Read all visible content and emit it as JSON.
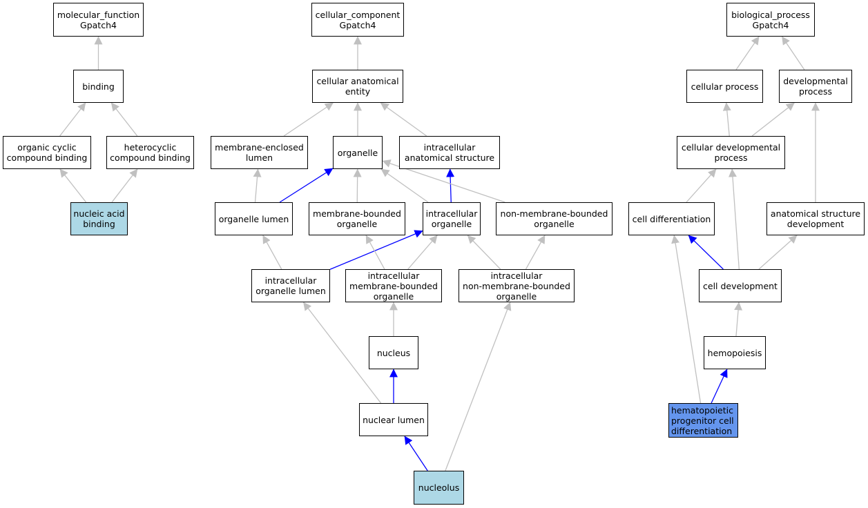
{
  "colors": {
    "regular_edge": "#c0c0c0",
    "highlight_edge": "#0000ff",
    "annotated_node": "#add8e6",
    "query_node": "#6495ed"
  },
  "nodes": {
    "mf_root": {
      "text": "molecular_function\nGpatch4"
    },
    "binding": {
      "text": "binding"
    },
    "organic_cyclic": {
      "text": "organic cyclic\ncompound binding"
    },
    "heterocyclic": {
      "text": "heterocyclic\ncompound binding"
    },
    "nucleic_acid": {
      "text": "nucleic acid\nbinding"
    },
    "cc_root": {
      "text": "cellular_component\nGpatch4"
    },
    "cell_anat": {
      "text": "cellular anatomical\nentity"
    },
    "mem_enclosed": {
      "text": "membrane-enclosed\nlumen"
    },
    "organelle": {
      "text": "organelle"
    },
    "intra_anat": {
      "text": "intracellular\nanatomical structure"
    },
    "organelle_lumen": {
      "text": "organelle lumen"
    },
    "mem_bounded": {
      "text": "membrane-bounded\norganelle"
    },
    "intra_organelle": {
      "text": "intracellular\norganelle"
    },
    "non_mem_bounded": {
      "text": "non-membrane-bounded\norganelle"
    },
    "intra_org_lumen": {
      "text": "intracellular\norganelle lumen"
    },
    "intra_mem_bounded": {
      "text": "intracellular\nmembrane-bounded\norganelle"
    },
    "intra_non_mem": {
      "text": "intracellular\nnon-membrane-bounded\norganelle"
    },
    "nucleus": {
      "text": "nucleus"
    },
    "nuclear_lumen": {
      "text": "nuclear lumen"
    },
    "nucleolus": {
      "text": "nucleolus"
    },
    "bp_root": {
      "text": "biological_process\nGpatch4"
    },
    "cellular_process": {
      "text": "cellular process"
    },
    "dev_process": {
      "text": "developmental\nprocess"
    },
    "cell_dev_process": {
      "text": "cellular developmental\nprocess"
    },
    "cell_diff": {
      "text": "cell differentiation"
    },
    "anat_dev": {
      "text": "anatomical structure\ndevelopment"
    },
    "cell_dev": {
      "text": "cell development"
    },
    "hemopoiesis": {
      "text": "hemopoiesis"
    },
    "hpc_diff": {
      "text": "hematopoietic\nprogenitor cell\ndifferentiation"
    }
  },
  "edges": [
    {
      "from": "binding",
      "to": "mf_root",
      "highlight": false
    },
    {
      "from": "organic_cyclic",
      "to": "binding",
      "highlight": false
    },
    {
      "from": "heterocyclic",
      "to": "binding",
      "highlight": false
    },
    {
      "from": "nucleic_acid",
      "to": "organic_cyclic",
      "highlight": false
    },
    {
      "from": "nucleic_acid",
      "to": "heterocyclic",
      "highlight": false
    },
    {
      "from": "cell_anat",
      "to": "cc_root",
      "highlight": false
    },
    {
      "from": "mem_enclosed",
      "to": "cell_anat",
      "highlight": false
    },
    {
      "from": "organelle",
      "to": "cell_anat",
      "highlight": false
    },
    {
      "from": "intra_anat",
      "to": "cell_anat",
      "highlight": false
    },
    {
      "from": "organelle_lumen",
      "to": "mem_enclosed",
      "highlight": false
    },
    {
      "from": "organelle_lumen",
      "to": "organelle",
      "highlight": true
    },
    {
      "from": "mem_bounded",
      "to": "organelle",
      "highlight": false
    },
    {
      "from": "intra_organelle",
      "to": "organelle",
      "highlight": false
    },
    {
      "from": "intra_organelle",
      "to": "intra_anat",
      "highlight": true
    },
    {
      "from": "non_mem_bounded",
      "to": "organelle",
      "highlight": false
    },
    {
      "from": "intra_org_lumen",
      "to": "organelle_lumen",
      "highlight": false
    },
    {
      "from": "intra_org_lumen",
      "to": "intra_organelle",
      "highlight": true
    },
    {
      "from": "intra_mem_bounded",
      "to": "mem_bounded",
      "highlight": false
    },
    {
      "from": "intra_mem_bounded",
      "to": "intra_organelle",
      "highlight": false
    },
    {
      "from": "intra_non_mem",
      "to": "intra_organelle",
      "highlight": false
    },
    {
      "from": "intra_non_mem",
      "to": "non_mem_bounded",
      "highlight": false
    },
    {
      "from": "nucleus",
      "to": "intra_mem_bounded",
      "highlight": false
    },
    {
      "from": "nuclear_lumen",
      "to": "nucleus",
      "highlight": true
    },
    {
      "from": "nuclear_lumen",
      "to": "intra_org_lumen",
      "highlight": false
    },
    {
      "from": "nucleolus",
      "to": "nuclear_lumen",
      "highlight": true
    },
    {
      "from": "nucleolus",
      "to": "intra_non_mem",
      "highlight": false
    },
    {
      "from": "cellular_process",
      "to": "bp_root",
      "highlight": false
    },
    {
      "from": "dev_process",
      "to": "bp_root",
      "highlight": false
    },
    {
      "from": "cell_dev_process",
      "to": "cellular_process",
      "highlight": false
    },
    {
      "from": "cell_dev_process",
      "to": "dev_process",
      "highlight": false
    },
    {
      "from": "cell_diff",
      "to": "cell_dev_process",
      "highlight": false
    },
    {
      "from": "anat_dev",
      "to": "dev_process",
      "highlight": false
    },
    {
      "from": "cell_dev",
      "to": "cell_diff",
      "highlight": true
    },
    {
      "from": "cell_dev",
      "to": "anat_dev",
      "highlight": false
    },
    {
      "from": "cell_dev",
      "to": "cell_dev_process",
      "highlight": false
    },
    {
      "from": "hemopoiesis",
      "to": "cell_dev",
      "highlight": false
    },
    {
      "from": "hpc_diff",
      "to": "cell_diff",
      "highlight": false
    },
    {
      "from": "hpc_diff",
      "to": "hemopoiesis",
      "highlight": true
    }
  ]
}
